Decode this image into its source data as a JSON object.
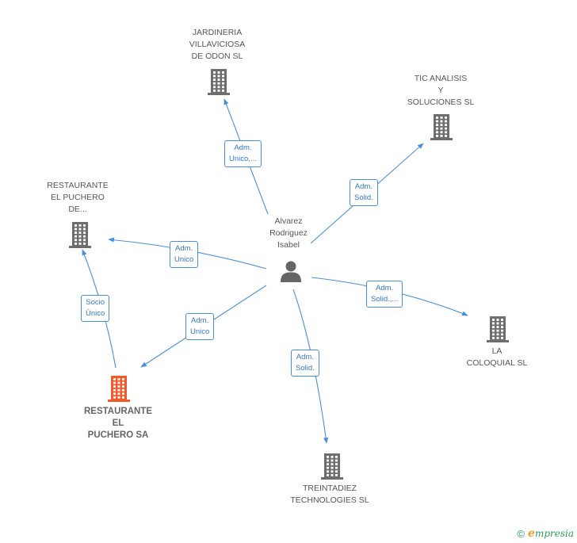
{
  "colors": {
    "edge": "#4a8fd6",
    "company_icon": "#6e6e6e",
    "main_company_icon": "#f25a2b",
    "person_icon": "#666666"
  },
  "person": {
    "lines": [
      "Alvarez",
      "Rodriguez",
      "Isabel"
    ],
    "icon": "person-icon"
  },
  "companies": [
    {
      "key": "jardineria",
      "lines": [
        "JARDINERIA",
        "VILLAVICIOSA",
        "DE ODON SL"
      ],
      "main": false
    },
    {
      "key": "tic",
      "lines": [
        "TIC ANALISIS",
        "Y",
        "SOLUCIONES SL"
      ],
      "main": false
    },
    {
      "key": "restaurante-de",
      "lines": [
        "RESTAURANTE",
        "EL PUCHERO",
        "DE..."
      ],
      "main": false
    },
    {
      "key": "coloquial",
      "lines": [
        "LA",
        "COLOQUIAL SL"
      ],
      "main": false
    },
    {
      "key": "treintadiez",
      "lines": [
        "TREINTADIEZ",
        "TECHNOLOGIES SL"
      ],
      "main": false
    },
    {
      "key": "puchero-sa",
      "lines": [
        "RESTAURANTE",
        "EL",
        "PUCHERO SA"
      ],
      "main": true
    }
  ],
  "relations": [
    {
      "key": "to-jardineria",
      "lines": [
        "Adm.",
        "Unico,..."
      ]
    },
    {
      "key": "to-tic",
      "lines": [
        "Adm.",
        "Solid."
      ]
    },
    {
      "key": "to-restaurante-de",
      "lines": [
        "Adm.",
        "Unico"
      ]
    },
    {
      "key": "to-puchero-sa",
      "lines": [
        "Adm.",
        "Unico"
      ]
    },
    {
      "key": "to-coloquial",
      "lines": [
        "Adm.",
        "Solid.,..."
      ]
    },
    {
      "key": "to-treintadiez",
      "lines": [
        "Adm.",
        "Solid."
      ]
    },
    {
      "key": "sa-to-restaurante-de",
      "lines": [
        "Socio",
        "Único"
      ]
    }
  ],
  "footer": {
    "copyright": "©",
    "brand_initial": "e",
    "brand_rest": "mpresia"
  }
}
